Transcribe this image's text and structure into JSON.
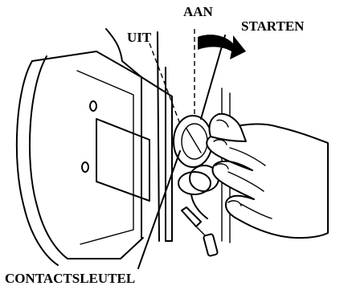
{
  "labels": {
    "off": "UIT",
    "on": "AAN",
    "start": "STARTEN",
    "ignition_key": "CONTACTSLEUTEL"
  }
}
